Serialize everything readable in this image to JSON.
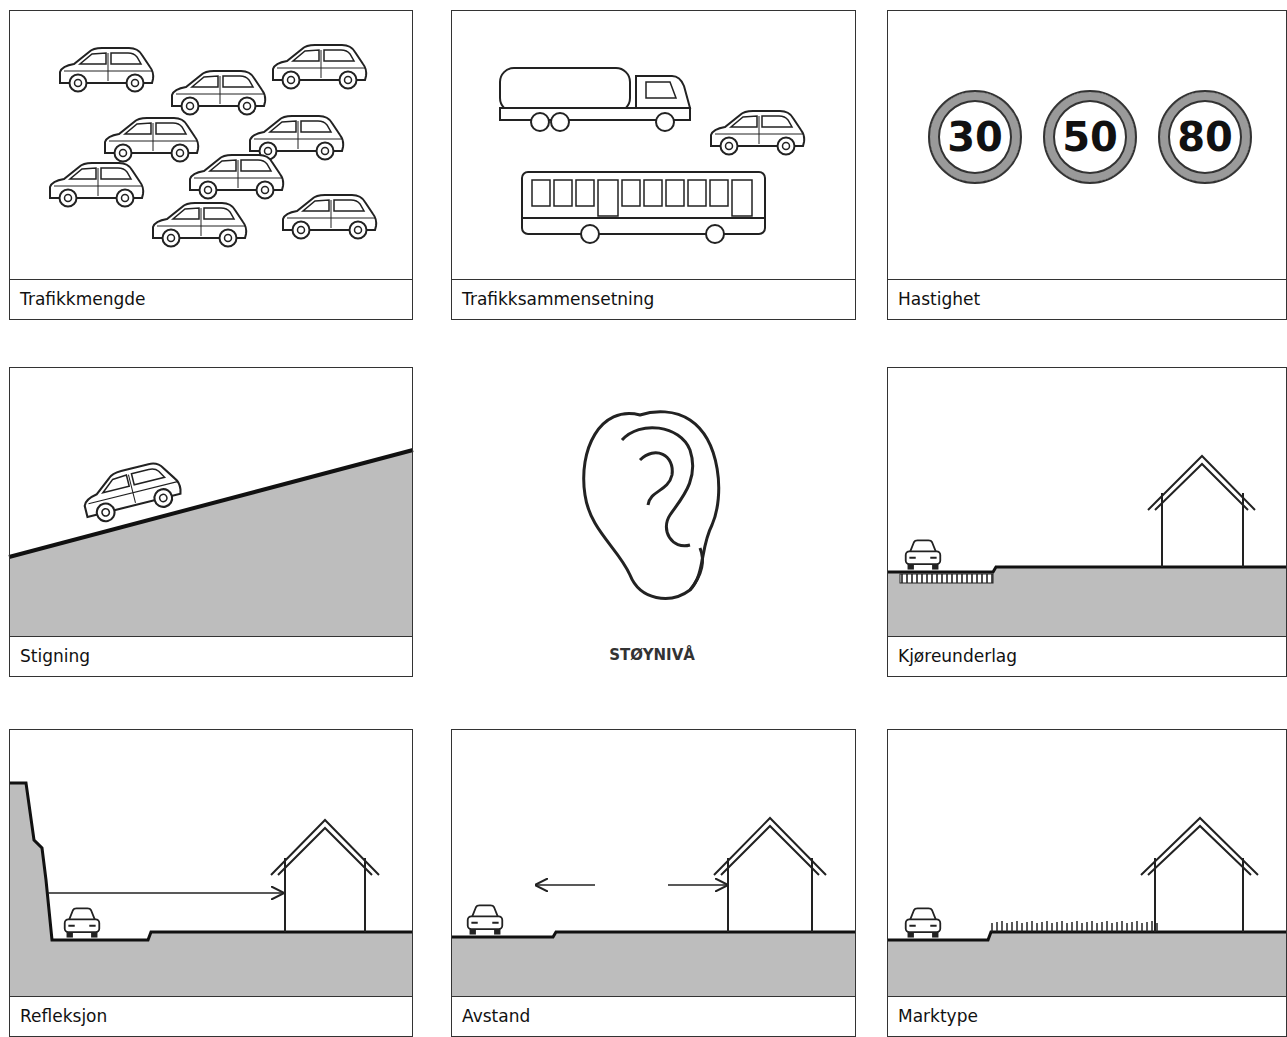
{
  "diagram": {
    "nodes": [
      {
        "text": [
          "Trafikkmengde"
        ]
      },
      {
        "text": [
          "Trafikksammensetning"
        ]
      },
      {
        "text": [
          "Hastighet"
        ]
      },
      {
        "text": [
          "30"
        ],
        "in": 2
      },
      {
        "text": [
          "50"
        ],
        "in": 2
      },
      {
        "text": [
          "80"
        ],
        "in": 2
      },
      {
        "text": [
          "Stigning"
        ]
      },
      {
        "text": [
          "Kjøreunderlag"
        ]
      },
      {
        "text": [
          "Refleksjon"
        ]
      },
      {
        "text": [
          "Avstand"
        ]
      },
      {
        "text": [
          "Marktype"
        ]
      }
    ],
    "labels": [
      "STØYNIVÅ"
    ]
  }
}
